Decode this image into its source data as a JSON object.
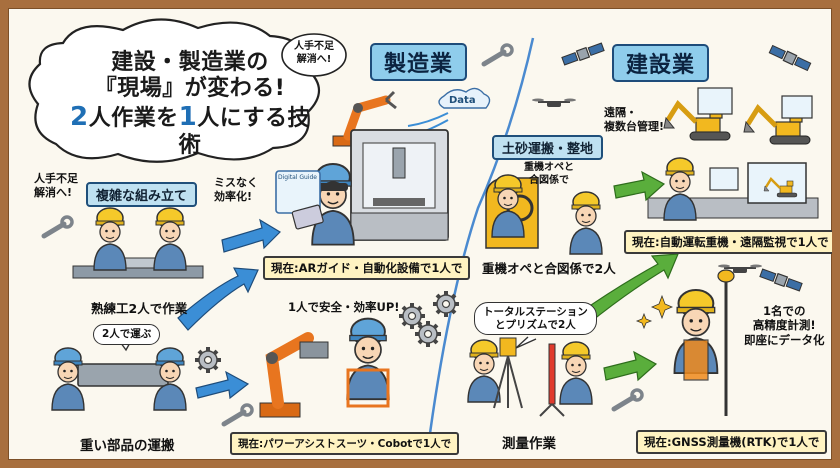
{
  "title": {
    "line1": "建設・製造業の",
    "line2": "『現場』が変わる!",
    "line3_num1": "2",
    "line3_mid": "人作業を",
    "line3_num2": "1",
    "line3_end": "人にする技術"
  },
  "corner_bubble": {
    "line1": "人手不足",
    "line2": "解消へ!"
  },
  "section_manufacturing": {
    "header": "製造業",
    "data_label": "Data",
    "assembly": {
      "tag": "複雑な組み立て",
      "side_note_line1": "人手不足",
      "side_note_line2": "解消へ!",
      "before_caption": "熟練工2人で作業",
      "arrow_note_line1": "ミスなく",
      "arrow_note_line2": "効率化!",
      "screen_label": "Digital Guide",
      "after_bar": "現在:ARガイド・自動化設備で1人で"
    },
    "heavy": {
      "bubble": "2人で運ぶ",
      "before_caption": "重い部品の運搬",
      "safety_note": "1人で安全・効率UP!",
      "after_bar": "現在:パワーアシストスーツ・Cobotで1人で"
    }
  },
  "section_construction": {
    "header": "建設業",
    "earthwork": {
      "tag": "土砂運搬・整地",
      "bubble_line1": "重機オペと",
      "bubble_line2": "合図係で",
      "before_caption": "重機オペと合図係で2人",
      "remote_note_line1": "遠隔・",
      "remote_note_line2": "複数台管理!",
      "after_bar": "現在:自動運転重機・遠隔監視で1人で"
    },
    "survey": {
      "bubble_line1": "トータルステーション",
      "bubble_line2": "とプリズムで2人",
      "before_caption": "測量作業",
      "precision_note_line1": "1名での",
      "precision_note_line2": "高精度計測!",
      "precision_note_line3": "即座にデータ化",
      "after_bar": "現在:GNSS測量機(RTK)で1人で"
    }
  },
  "colors": {
    "frame": "#a86f3e",
    "paper": "#fbf8ef",
    "header_blue": "#8fcdec",
    "arrow_blue": "#3b8ed6",
    "arrow_green": "#5aae3c",
    "helmet_yellow": "#f5c92a",
    "robot_orange": "#e8751f",
    "bar_yellow": "#fff3c2"
  },
  "icons": [
    "satellite-icon",
    "drone-icon",
    "wrench-icon",
    "gear-icon",
    "robot-arm-icon",
    "cnc-machine-icon",
    "excavator-icon",
    "survey-instrument-icon",
    "gnss-pole-icon",
    "sparkle-icon"
  ]
}
